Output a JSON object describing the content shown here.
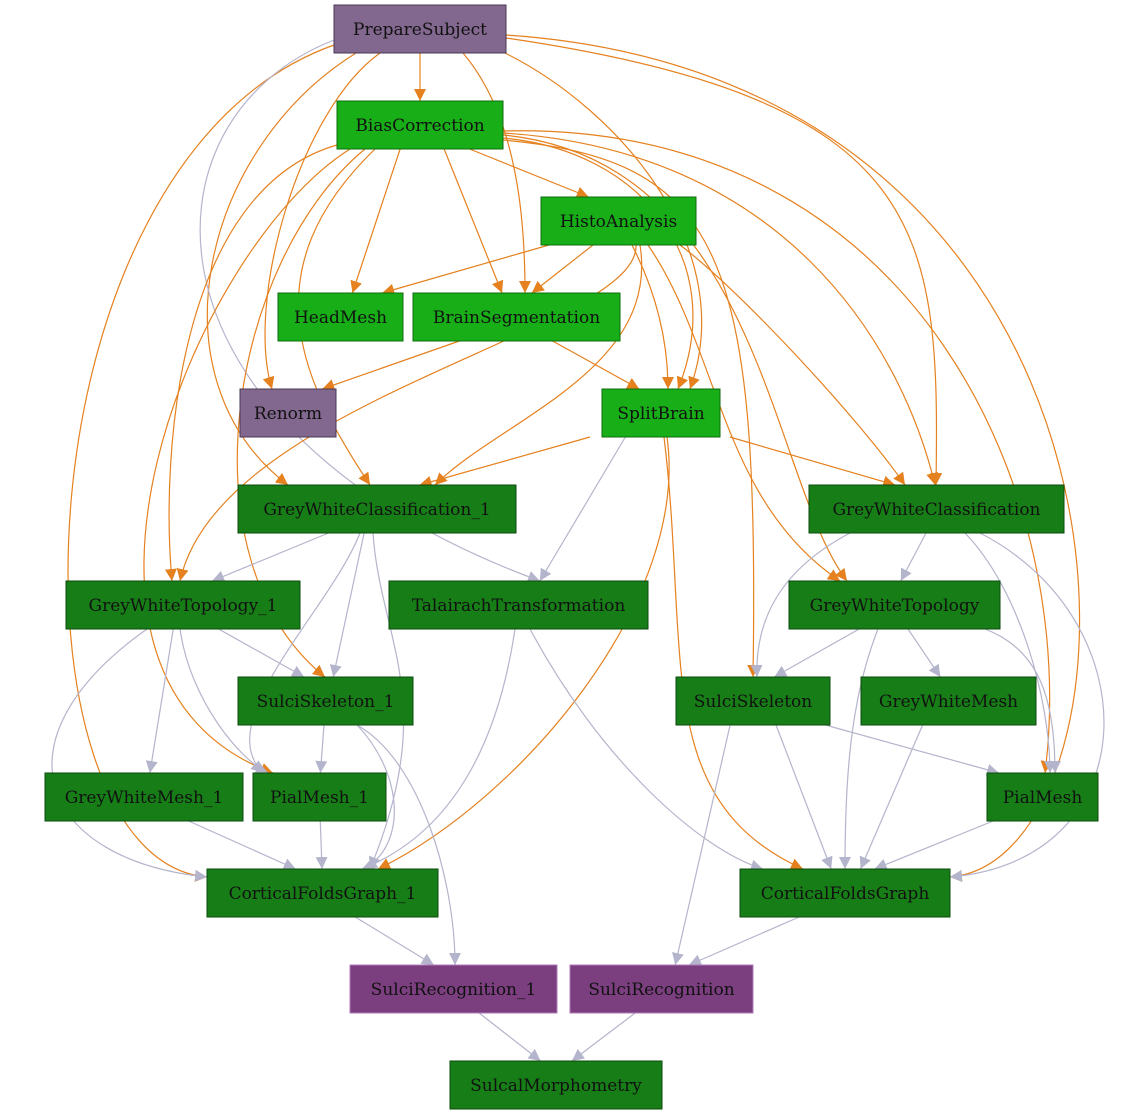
{
  "colors": {
    "node_purple": "#82678e",
    "node_violet": "#7b3f7f",
    "node_bright_green": "#17ae17",
    "node_dark_green": "#177e17",
    "edge_orange": "#e5811f",
    "edge_grey": "#b4b4cc",
    "text": "#111111"
  },
  "nodes": [
    {
      "id": "PrepareSubject",
      "label": "PrepareSubject",
      "style": "purple"
    },
    {
      "id": "BiasCorrection",
      "label": "BiasCorrection",
      "style": "bright"
    },
    {
      "id": "HistoAnalysis",
      "label": "HistoAnalysis",
      "style": "bright"
    },
    {
      "id": "HeadMesh",
      "label": "HeadMesh",
      "style": "bright"
    },
    {
      "id": "BrainSegmentation",
      "label": "BrainSegmentation",
      "style": "bright"
    },
    {
      "id": "Renorm",
      "label": "Renorm",
      "style": "purple"
    },
    {
      "id": "SplitBrain",
      "label": "SplitBrain",
      "style": "bright"
    },
    {
      "id": "GreyWhiteClassification_1",
      "label": "GreyWhiteClassification_1",
      "style": "dark"
    },
    {
      "id": "GreyWhiteClassification",
      "label": "GreyWhiteClassification",
      "style": "dark"
    },
    {
      "id": "GreyWhiteTopology_1",
      "label": "GreyWhiteTopology_1",
      "style": "dark"
    },
    {
      "id": "TalairachTransformation",
      "label": "TalairachTransformation",
      "style": "dark"
    },
    {
      "id": "GreyWhiteTopology",
      "label": "GreyWhiteTopology",
      "style": "dark"
    },
    {
      "id": "SulciSkeleton_1",
      "label": "SulciSkeleton_1",
      "style": "dark"
    },
    {
      "id": "SulciSkeleton",
      "label": "SulciSkeleton",
      "style": "dark"
    },
    {
      "id": "GreyWhiteMesh",
      "label": "GreyWhiteMesh",
      "style": "dark"
    },
    {
      "id": "GreyWhiteMesh_1",
      "label": "GreyWhiteMesh_1",
      "style": "dark"
    },
    {
      "id": "PialMesh_1",
      "label": "PialMesh_1",
      "style": "dark"
    },
    {
      "id": "PialMesh",
      "label": "PialMesh",
      "style": "dark"
    },
    {
      "id": "CorticalFoldsGraph_1",
      "label": "CorticalFoldsGraph_1",
      "style": "dark"
    },
    {
      "id": "CorticalFoldsGraph",
      "label": "CorticalFoldsGraph",
      "style": "dark"
    },
    {
      "id": "SulciRecognition_1",
      "label": "SulciRecognition_1",
      "style": "violet"
    },
    {
      "id": "SulciRecognition",
      "label": "SulciRecognition",
      "style": "violet"
    },
    {
      "id": "SulcalMorphometry",
      "label": "SulcalMorphometry",
      "style": "dark"
    }
  ],
  "edges": [
    {
      "from": "PrepareSubject",
      "to": "BiasCorrection",
      "kind": "orange"
    },
    {
      "from": "PrepareSubject",
      "to": "BrainSegmentation",
      "kind": "orange"
    },
    {
      "from": "PrepareSubject",
      "to": "Renorm",
      "kind": "orange"
    },
    {
      "from": "PrepareSubject",
      "to": "SplitBrain",
      "kind": "orange"
    },
    {
      "from": "PrepareSubject",
      "to": "GreyWhiteClassification_1",
      "kind": "orange"
    },
    {
      "from": "PrepareSubject",
      "to": "GreyWhiteClassification",
      "kind": "orange"
    },
    {
      "from": "PrepareSubject",
      "to": "CorticalFoldsGraph_1",
      "kind": "orange"
    },
    {
      "from": "PrepareSubject",
      "to": "CorticalFoldsGraph",
      "kind": "orange"
    },
    {
      "from": "PrepareSubject",
      "to": "TalairachTransformation",
      "kind": "grey"
    },
    {
      "from": "BiasCorrection",
      "to": "HistoAnalysis",
      "kind": "orange"
    },
    {
      "from": "BiasCorrection",
      "to": "HeadMesh",
      "kind": "orange"
    },
    {
      "from": "BiasCorrection",
      "to": "BrainSegmentation",
      "kind": "orange"
    },
    {
      "from": "BiasCorrection",
      "to": "SplitBrain",
      "kind": "orange"
    },
    {
      "from": "BiasCorrection",
      "to": "GreyWhiteClassification_1",
      "kind": "orange"
    },
    {
      "from": "BiasCorrection",
      "to": "GreyWhiteClassification",
      "kind": "orange"
    },
    {
      "from": "BiasCorrection",
      "to": "GreyWhiteTopology_1",
      "kind": "orange"
    },
    {
      "from": "BiasCorrection",
      "to": "GreyWhiteTopology",
      "kind": "orange"
    },
    {
      "from": "BiasCorrection",
      "to": "SulciSkeleton_1",
      "kind": "orange"
    },
    {
      "from": "BiasCorrection",
      "to": "SulciSkeleton",
      "kind": "orange"
    },
    {
      "from": "BiasCorrection",
      "to": "PialMesh_1",
      "kind": "orange"
    },
    {
      "from": "BiasCorrection",
      "to": "PialMesh",
      "kind": "orange"
    },
    {
      "from": "HistoAnalysis",
      "to": "HeadMesh",
      "kind": "orange"
    },
    {
      "from": "HistoAnalysis",
      "to": "BrainSegmentation",
      "kind": "orange"
    },
    {
      "from": "HistoAnalysis",
      "to": "SplitBrain",
      "kind": "orange"
    },
    {
      "from": "HistoAnalysis",
      "to": "GreyWhiteClassification_1",
      "kind": "orange"
    },
    {
      "from": "HistoAnalysis",
      "to": "GreyWhiteClassification",
      "kind": "orange"
    },
    {
      "from": "HistoAnalysis",
      "to": "GreyWhiteTopology_1",
      "kind": "orange"
    },
    {
      "from": "HistoAnalysis",
      "to": "GreyWhiteTopology",
      "kind": "orange"
    },
    {
      "from": "BrainSegmentation",
      "to": "Renorm",
      "kind": "orange"
    },
    {
      "from": "BrainSegmentation",
      "to": "SplitBrain",
      "kind": "orange"
    },
    {
      "from": "SplitBrain",
      "to": "GreyWhiteClassification_1",
      "kind": "orange"
    },
    {
      "from": "SplitBrain",
      "to": "GreyWhiteClassification",
      "kind": "orange"
    },
    {
      "from": "SplitBrain",
      "to": "CorticalFoldsGraph_1",
      "kind": "orange"
    },
    {
      "from": "SplitBrain",
      "to": "CorticalFoldsGraph",
      "kind": "orange"
    },
    {
      "from": "SplitBrain",
      "to": "TalairachTransformation",
      "kind": "grey"
    },
    {
      "from": "GreyWhiteClassification_1",
      "to": "GreyWhiteTopology_1",
      "kind": "grey"
    },
    {
      "from": "GreyWhiteClassification_1",
      "to": "SulciSkeleton_1",
      "kind": "grey"
    },
    {
      "from": "GreyWhiteClassification_1",
      "to": "PialMesh_1",
      "kind": "grey"
    },
    {
      "from": "GreyWhiteClassification_1",
      "to": "CorticalFoldsGraph_1",
      "kind": "grey"
    },
    {
      "from": "GreyWhiteClassification",
      "to": "GreyWhiteTopology",
      "kind": "grey"
    },
    {
      "from": "GreyWhiteClassification",
      "to": "SulciSkeleton",
      "kind": "grey"
    },
    {
      "from": "GreyWhiteClassification",
      "to": "PialMesh",
      "kind": "grey"
    },
    {
      "from": "GreyWhiteClassification",
      "to": "CorticalFoldsGraph",
      "kind": "grey"
    },
    {
      "from": "GreyWhiteTopology_1",
      "to": "SulciSkeleton_1",
      "kind": "grey"
    },
    {
      "from": "GreyWhiteTopology_1",
      "to": "GreyWhiteMesh_1",
      "kind": "grey"
    },
    {
      "from": "GreyWhiteTopology_1",
      "to": "PialMesh_1",
      "kind": "grey"
    },
    {
      "from": "GreyWhiteTopology_1",
      "to": "CorticalFoldsGraph_1",
      "kind": "grey"
    },
    {
      "from": "TalairachTransformation",
      "to": "CorticalFoldsGraph_1",
      "kind": "grey"
    },
    {
      "from": "TalairachTransformation",
      "to": "CorticalFoldsGraph",
      "kind": "grey"
    },
    {
      "from": "GreyWhiteTopology",
      "to": "SulciSkeleton",
      "kind": "grey"
    },
    {
      "from": "GreyWhiteTopology",
      "to": "GreyWhiteMesh",
      "kind": "grey"
    },
    {
      "from": "GreyWhiteTopology",
      "to": "PialMesh",
      "kind": "grey"
    },
    {
      "from": "GreyWhiteTopology",
      "to": "CorticalFoldsGraph",
      "kind": "grey"
    },
    {
      "from": "SulciSkeleton_1",
      "to": "PialMesh_1",
      "kind": "grey"
    },
    {
      "from": "SulciSkeleton_1",
      "to": "CorticalFoldsGraph_1",
      "kind": "grey"
    },
    {
      "from": "SulciSkeleton_1",
      "to": "SulciRecognition_1",
      "kind": "grey"
    },
    {
      "from": "SulciSkeleton",
      "to": "PialMesh",
      "kind": "grey"
    },
    {
      "from": "SulciSkeleton",
      "to": "CorticalFoldsGraph",
      "kind": "grey"
    },
    {
      "from": "SulciSkeleton",
      "to": "SulciRecognition",
      "kind": "grey"
    },
    {
      "from": "GreyWhiteMesh",
      "to": "CorticalFoldsGraph",
      "kind": "grey"
    },
    {
      "from": "GreyWhiteMesh_1",
      "to": "CorticalFoldsGraph_1",
      "kind": "grey"
    },
    {
      "from": "PialMesh_1",
      "to": "CorticalFoldsGraph_1",
      "kind": "grey"
    },
    {
      "from": "PialMesh",
      "to": "CorticalFoldsGraph",
      "kind": "grey"
    },
    {
      "from": "CorticalFoldsGraph_1",
      "to": "SulciRecognition_1",
      "kind": "grey"
    },
    {
      "from": "CorticalFoldsGraph",
      "to": "SulciRecognition",
      "kind": "grey"
    },
    {
      "from": "SulciRecognition_1",
      "to": "SulcalMorphometry",
      "kind": "grey"
    },
    {
      "from": "SulciRecognition",
      "to": "SulcalMorphometry",
      "kind": "grey"
    }
  ]
}
